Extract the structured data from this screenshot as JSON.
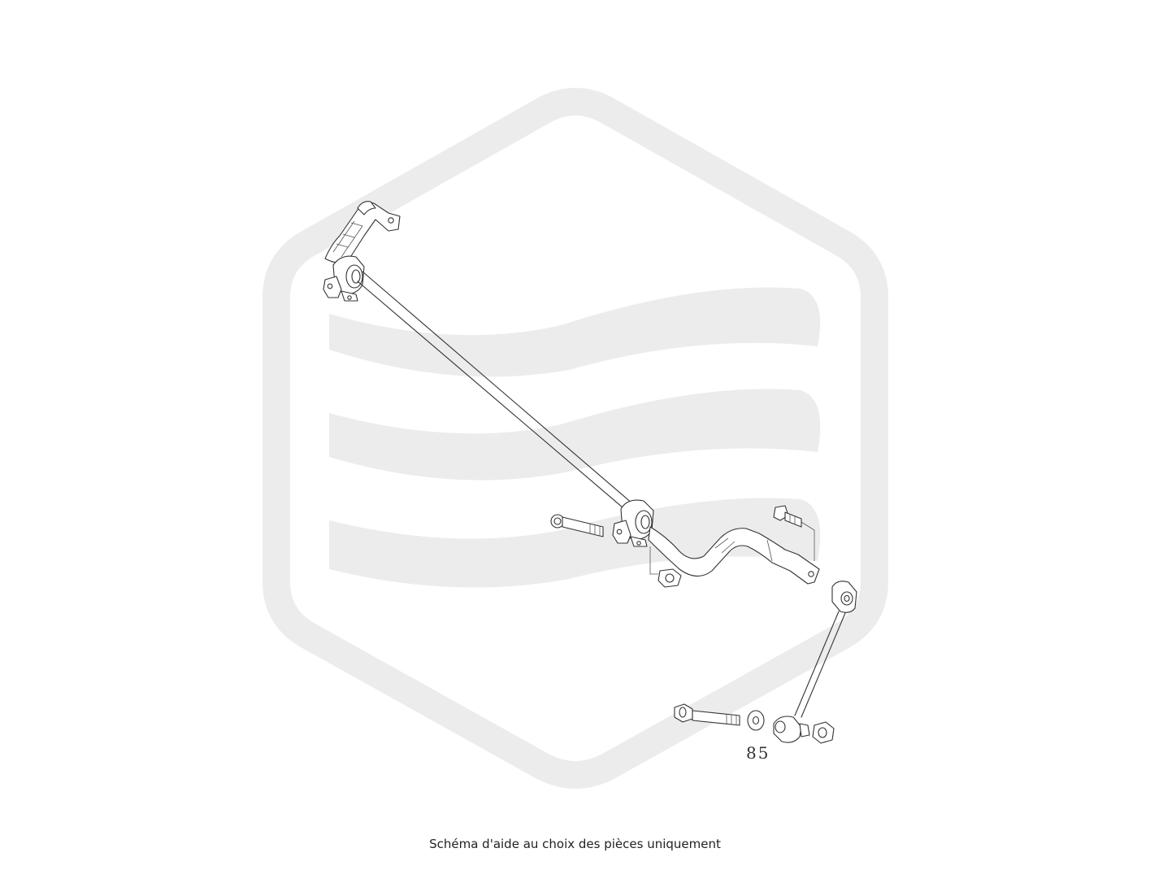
{
  "diagram": {
    "part_number_label": "85",
    "caption": "Schéma d'aide au choix des pièces uniquement"
  },
  "colors": {
    "background": "#ffffff",
    "watermark": "#ececec",
    "line_art": "#333333",
    "caption_text": "#222222"
  },
  "watermark": {
    "shape": "hexagon-with-three-waves",
    "icon": "logo-watermark-icon"
  }
}
